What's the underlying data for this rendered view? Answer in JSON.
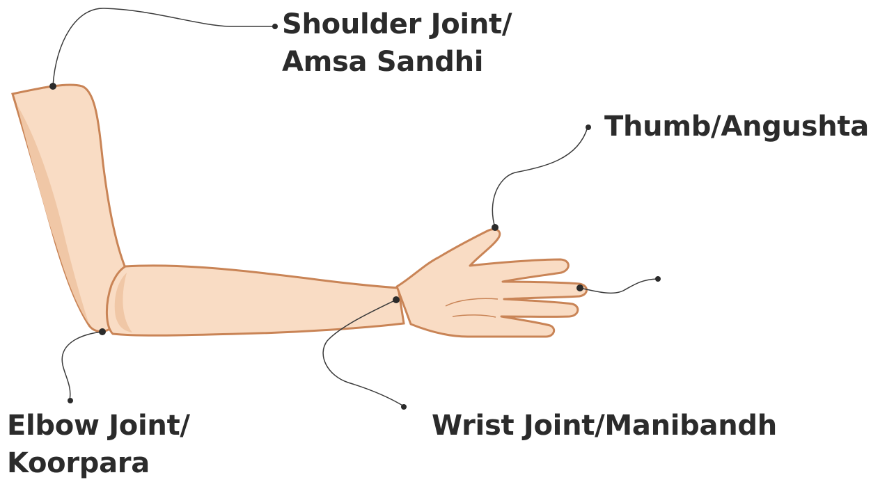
{
  "labels": {
    "shoulder": {
      "line1": "Shoulder Joint/",
      "line2": "Amsa Sandhi"
    },
    "thumb": {
      "text": "Thumb/Angushta"
    },
    "elbow": {
      "line1": "Elbow Joint/",
      "line2": "Koorpara"
    },
    "wrist": {
      "text": "Wrist Joint/Manibandh"
    }
  },
  "colors": {
    "skin": "#f9dcc4",
    "skin_shade": "#f0c7a6",
    "outline": "#c98456",
    "leader": "#2b2b2b"
  }
}
